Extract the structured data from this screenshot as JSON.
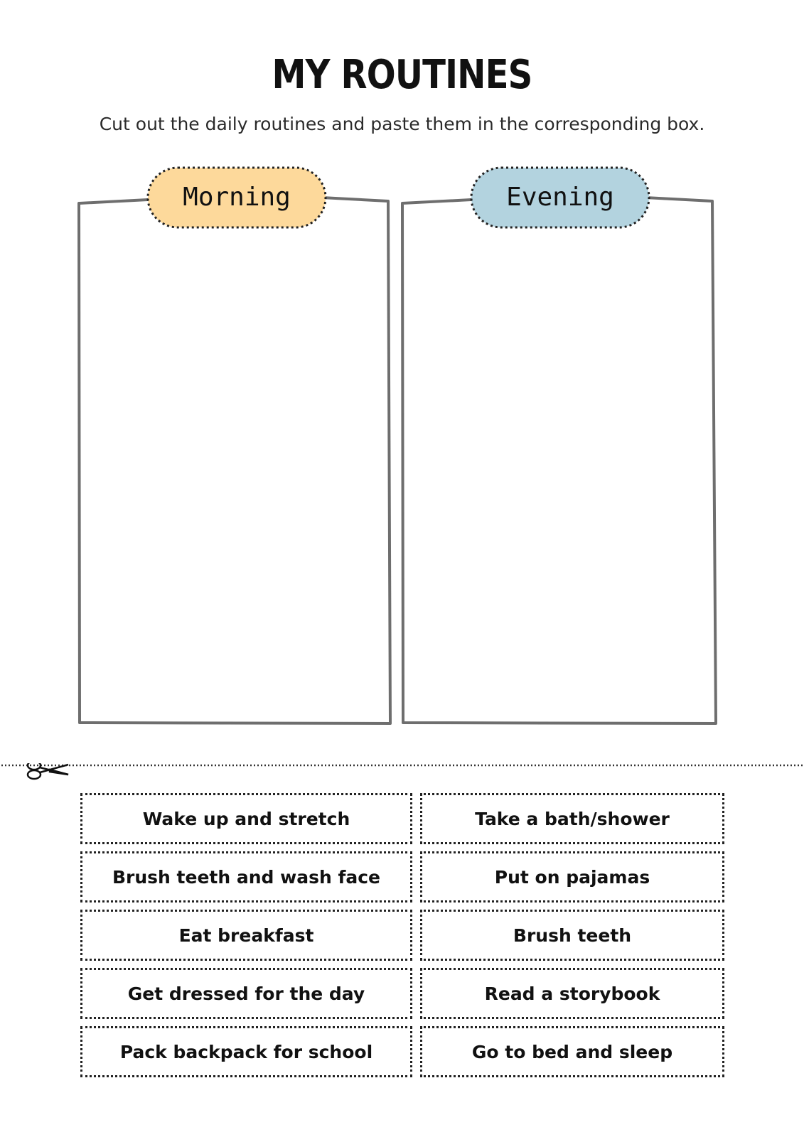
{
  "title": "MY ROUTINES",
  "subtitle": "Cut out the daily routines and paste them in the corresponding box.",
  "boxes": {
    "morning": {
      "label": "Morning",
      "color": "#fdd99b"
    },
    "evening": {
      "label": "Evening",
      "color": "#b3d3df"
    }
  },
  "cut_icon": "scissors-icon",
  "cards": {
    "left": [
      "Wake up and stretch",
      "Brush teeth and wash face",
      "Eat breakfast",
      "Get dressed for the day",
      "Pack backpack for school"
    ],
    "right": [
      "Take a bath/shower",
      "Put on pajamas",
      "Brush teeth",
      "Read a storybook",
      "Go to bed and sleep"
    ]
  }
}
